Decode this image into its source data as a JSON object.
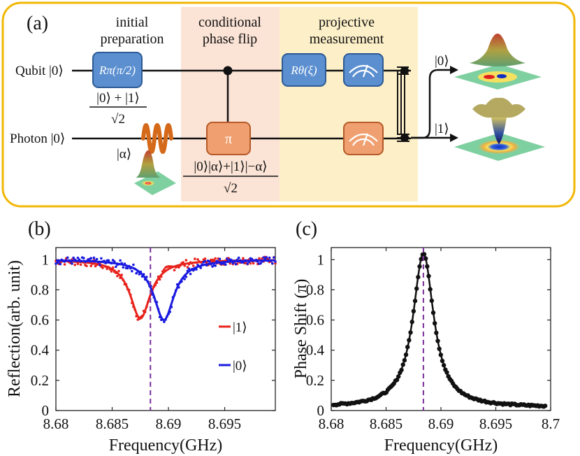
{
  "panel_a": {
    "label": "(a)",
    "sections": {
      "initial": {
        "line1": "initial",
        "line2": "preparation"
      },
      "conditional": {
        "line1": "conditional",
        "line2": "phase flip"
      },
      "projective": {
        "line1": "projective",
        "line2": "measurement"
      }
    },
    "qubit_label": "Qubit |0⟩",
    "photon_label": "Photon |0⟩",
    "gate_rpi": "Rπ(π/2)",
    "gate_rtheta": "Rθ(ξ)",
    "gate_pi": "π",
    "state_superposition_num": "|0⟩ + |1⟩",
    "state_superposition_den": "√2",
    "coherent_label": "|α⟩",
    "cat_state_num": "|0⟩|α⟩+|1⟩|−α⟩",
    "cat_state_den": "√2",
    "out_0": "|0⟩",
    "out_1": "|1⟩",
    "colors": {
      "border": "#f2b705",
      "gate_blue": "#5b8fd0",
      "gate_orange": "#f0a070",
      "band_pink": "#fbe3d5",
      "band_yellow": "#fdf0c8",
      "pulse": "#d4691a"
    }
  },
  "chart_data": [
    {
      "panel": "(b)",
      "type": "line",
      "xlabel": "Frequency(GHz)",
      "ylabel": "Reflection(arb. unit)",
      "xlim": [
        8.68,
        8.6995
      ],
      "ylim": [
        0,
        1.08
      ],
      "xticks": [
        "8.68",
        "8.685",
        "8.69",
        "8.695"
      ],
      "yticks": [
        "0",
        "0.2",
        "0.4",
        "0.6",
        "0.8",
        "1"
      ],
      "vline_x": 8.6884,
      "series": [
        {
          "name": "|1⟩",
          "color": "#e8231c",
          "center": 8.6875,
          "depth": 0.39,
          "halfwidth": 0.0011
        },
        {
          "name": "|0⟩",
          "color": "#1a1ae0",
          "center": 8.6896,
          "depth": 0.4,
          "halfwidth": 0.0011
        }
      ]
    },
    {
      "panel": "(c)",
      "type": "line",
      "xlabel": "Frequency(GHz)",
      "ylabel": "Phase Shift (π)",
      "xlim": [
        8.68,
        8.7
      ],
      "ylim": [
        0,
        1.08
      ],
      "xticks": [
        "8.68",
        "8.685",
        "8.69",
        "8.695",
        "8.7"
      ],
      "yticks": [
        "0",
        "0.2",
        "0.4",
        "0.6",
        "0.8",
        "1"
      ],
      "vline_x": 8.6884,
      "series": [
        {
          "name": "",
          "color": "#111111",
          "center": 8.6884,
          "peak": 1.04,
          "halfwidth": 0.00115,
          "offset": 0.02
        }
      ]
    }
  ]
}
